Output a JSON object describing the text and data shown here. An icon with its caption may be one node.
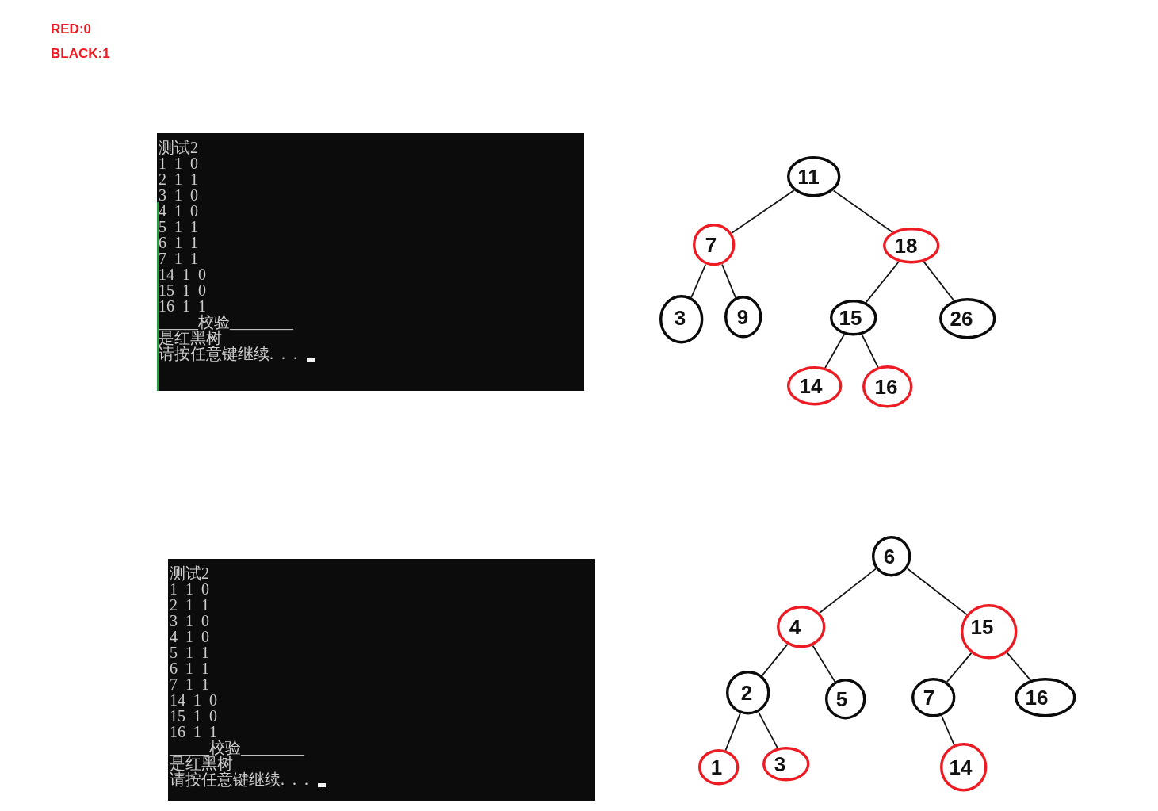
{
  "diagram": {
    "nodes": [
      {
        "text": [
          "测试2",
          "1 1 0",
          "2 1 1",
          "3 1 0",
          "4 1 0",
          "5 1 1",
          "6 1 1",
          "7 1 1",
          "14 1 0",
          "15 1 0",
          "16 1 1",
          "_____校验________",
          "是红黑树",
          "请按任意键继续. . ."
        ]
      },
      {
        "text": [
          "11"
        ]
      },
      {
        "text": [
          "7"
        ]
      },
      {
        "text": [
          "18"
        ]
      },
      {
        "text": [
          "3"
        ]
      },
      {
        "text": [
          "9"
        ]
      },
      {
        "text": [
          "15"
        ]
      },
      {
        "text": [
          "26"
        ]
      },
      {
        "text": [
          "14"
        ]
      },
      {
        "text": [
          "16"
        ]
      },
      {
        "text": [
          "测试2",
          "1 1 0",
          "2 1 1",
          "3 1 0",
          "4 1 0",
          "5 1 1",
          "6 1 1",
          "7 1 1",
          "14 1 0",
          "15 1 0",
          "16 1 1",
          "_____校验________",
          "是红黑树",
          "请按任意键继续. . ."
        ]
      },
      {
        "text": [
          "6"
        ]
      },
      {
        "text": [
          "4"
        ]
      },
      {
        "text": [
          "15"
        ]
      },
      {
        "text": [
          "2"
        ]
      },
      {
        "text": [
          "5"
        ]
      },
      {
        "text": [
          "7"
        ]
      },
      {
        "text": [
          "16"
        ]
      },
      {
        "text": [
          "1"
        ]
      },
      {
        "text": [
          "3"
        ]
      },
      {
        "text": [
          "14"
        ]
      }
    ],
    "edges": [
      {
        "from": 1,
        "to": 2,
        "arrow": "none"
      },
      {
        "from": 1,
        "to": 3,
        "arrow": "none"
      },
      {
        "from": 2,
        "to": 4,
        "arrow": "none"
      },
      {
        "from": 2,
        "to": 5,
        "arrow": "none"
      },
      {
        "from": 3,
        "to": 6,
        "arrow": "none"
      },
      {
        "from": 3,
        "to": 7,
        "arrow": "none"
      },
      {
        "from": 6,
        "to": 8,
        "arrow": "none"
      },
      {
        "from": 6,
        "to": 9,
        "arrow": "none"
      },
      {
        "from": 11,
        "to": 12,
        "arrow": "none"
      },
      {
        "from": 11,
        "to": 13,
        "arrow": "none"
      },
      {
        "from": 12,
        "to": 14,
        "arrow": "none"
      },
      {
        "from": 12,
        "to": 15,
        "arrow": "none"
      },
      {
        "from": 13,
        "to": 16,
        "arrow": "none"
      },
      {
        "from": 13,
        "to": 17,
        "arrow": "none"
      },
      {
        "from": 14,
        "to": 18,
        "arrow": "none"
      },
      {
        "from": 14,
        "to": 19,
        "arrow": "none"
      },
      {
        "from": 16,
        "to": 20,
        "arrow": "none"
      }
    ],
    "labels": [
      "RED:0",
      "BLACK:1"
    ]
  }
}
